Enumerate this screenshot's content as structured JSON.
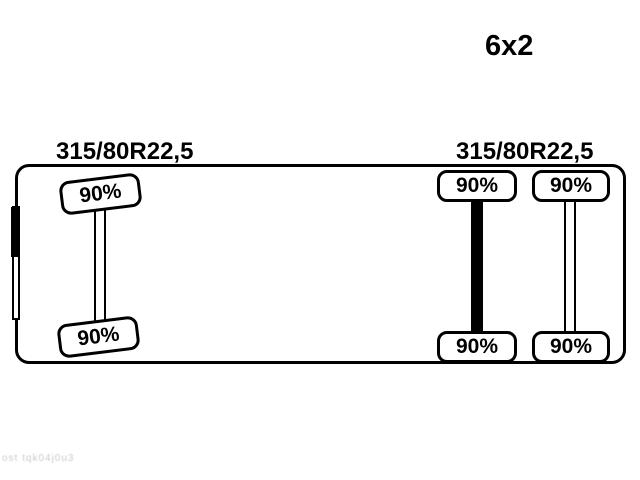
{
  "config": "6x2",
  "front_axle": {
    "size_label": "315/80R22,5",
    "top_tire": "90%",
    "bottom_tire": "90%"
  },
  "rear_axle_group": {
    "size_label": "315/80R22,5",
    "drive_axle": {
      "top_tire": "90%",
      "bottom_tire": "90%"
    },
    "tag_axle": {
      "top_tire": "90%",
      "bottom_tire": "90%"
    }
  },
  "watermark": "ost tqk04j0u3",
  "colors": {
    "line": "#000000",
    "background": "#ffffff"
  }
}
